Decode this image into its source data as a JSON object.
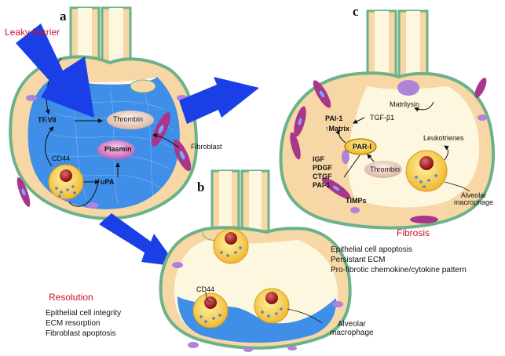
{
  "panels": {
    "a": "a",
    "b": "b",
    "c": "c"
  },
  "panel_a": {
    "heading": "Leaky barrier",
    "tf": "TF.VII",
    "thrombin": "Thrombin",
    "plasmin": "Plasmin",
    "cd44": "CD44",
    "upa": "uPA",
    "fibroblast": "Fibroblast"
  },
  "panel_b": {
    "cd44": "CD44",
    "macrophage_line1": "Alveolar",
    "macrophage_line2": "macrophage",
    "heading": "Resolution",
    "points": [
      "Epithelial cell integrity",
      "ECM resorption",
      "Fibroblast apoptosis"
    ]
  },
  "panel_c": {
    "matrilysin": "Matrilysin",
    "pai1_top": "PAI-1",
    "tgfb": "TGF-β1",
    "matrix": "↑Matrix",
    "par1": "PAR-I",
    "factors": [
      "IGF",
      "PDGF",
      "CTGF",
      "PAI-1"
    ],
    "timps": "TIMPs",
    "thrombin": "Thrombin",
    "leukotrienes": "Leukotrienes",
    "macrophage_line1": "Alveolar",
    "macrophage_line2": "macrophage",
    "heading": "Fibrosis",
    "points": [
      "Epithelial cell apoptosis",
      "Persistant ECM",
      "Pro-fibrotic chemokine/cytokine pattern"
    ]
  },
  "colors": {
    "wall": "#f6d7a5",
    "rim": "#6bb28a",
    "airspace": "#fdf7e0",
    "edema": "#3f8ee8",
    "arrow": "#1b3fe6",
    "fibroblast": "#a8368a",
    "label_red": "#c8102e"
  }
}
